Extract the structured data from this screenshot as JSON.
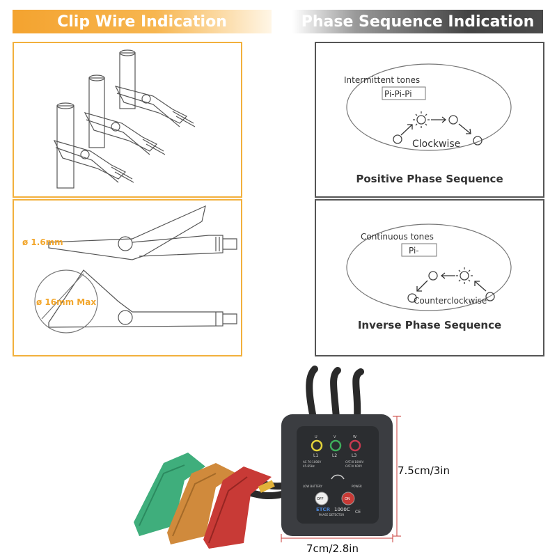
{
  "banners": {
    "left": "Clip Wire Indication",
    "right": "Phase Sequence Indication"
  },
  "clip_panel": {
    "small_dia": "ø 1.6mm",
    "large_dia": "ø 16mm Max"
  },
  "positive": {
    "tone_label": "Intermittent tones",
    "tone_text": "Pi-Pi-Pi",
    "direction": "Clockwise",
    "caption": "Positive Phase Sequence"
  },
  "inverse": {
    "tone_label": "Continuous tones",
    "tone_text": "Pi-",
    "direction": "Counterclockwise",
    "caption": "Inverse Phase Sequence"
  },
  "device": {
    "l1": "L1",
    "l2": "L2",
    "l3": "L3",
    "u": "U",
    "v": "V",
    "w": "W",
    "spec_left_1": "AC 70-1000V",
    "spec_left_2": "45-65Hz",
    "spec_right_1": "CAT.III 1000V",
    "spec_right_2": "CAT.IV 600V",
    "low_battery": "LOW BATTERY",
    "power": "POWER",
    "off": "OFF",
    "on": "ON",
    "brand": "ETCR",
    "model": "1000C",
    "subtitle": "PHASE DETECTOR",
    "ce": "CE",
    "height_dim": "7.5cm/3in",
    "width_dim": "7cm/2.8in"
  },
  "colors": {
    "orange": "#f2b03c",
    "green_clip": "#3fae7c",
    "orange_clip": "#d08a3c",
    "red_clip": "#c83a36",
    "device_body": "#3b3d41"
  }
}
